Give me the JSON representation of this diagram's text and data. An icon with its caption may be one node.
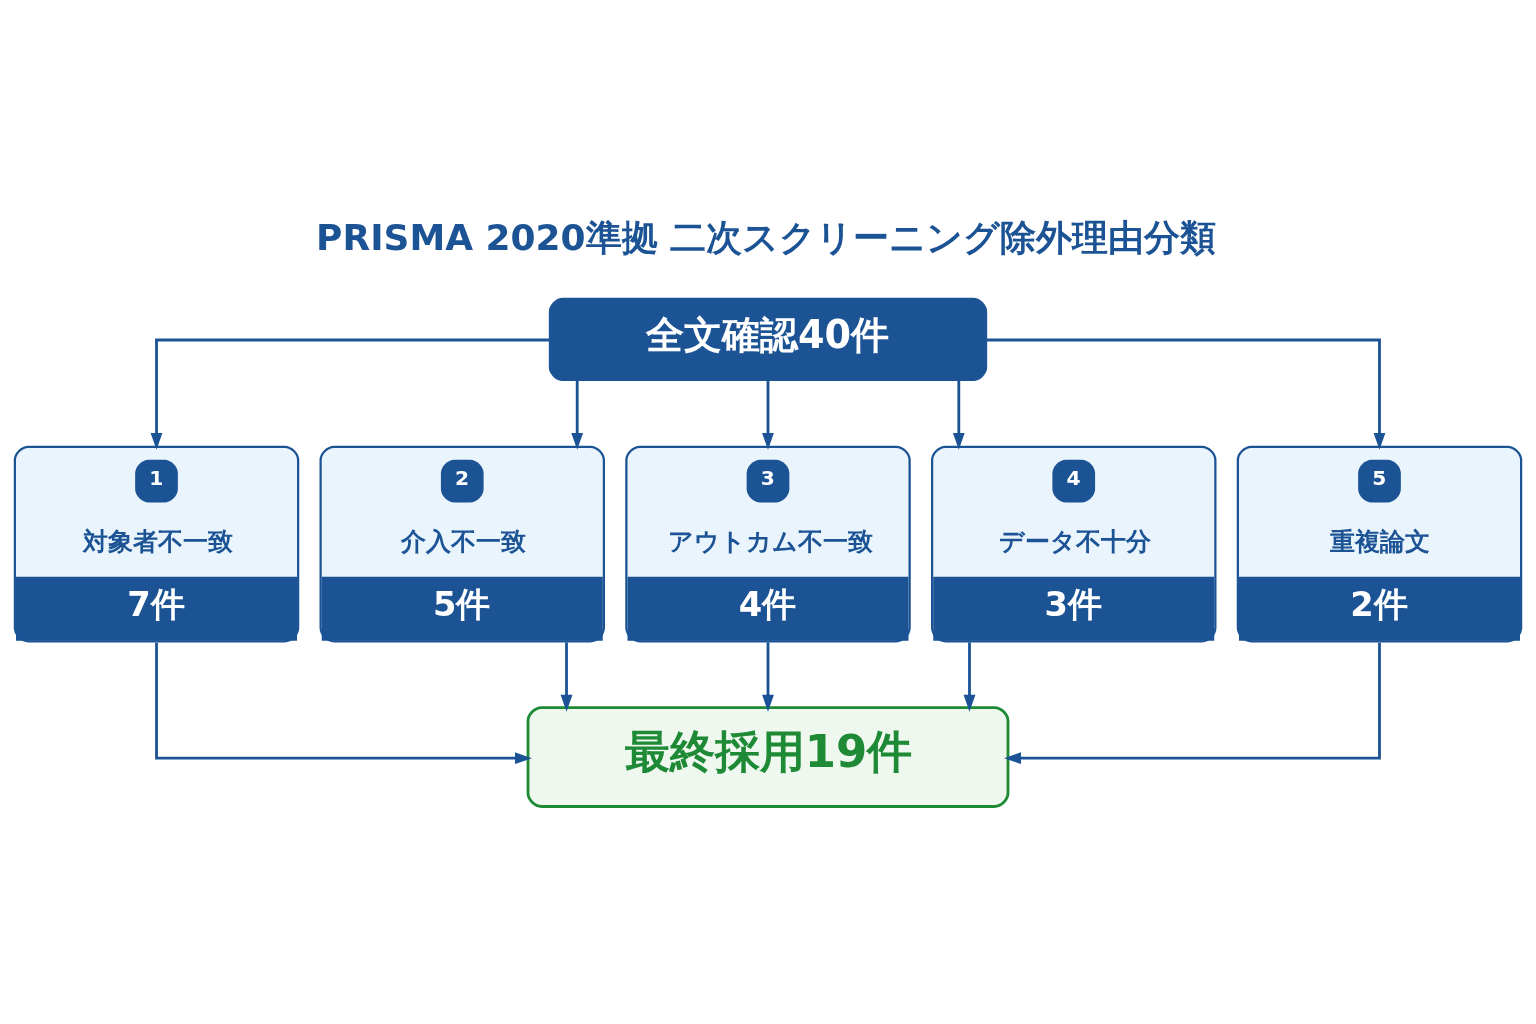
{
  "diagram": {
    "title": "PRISMA 2020準拠 二次スクリーニング除外理由分類",
    "nodes": [
      {
        "text": [
          "全文確認40件"
        ]
      },
      {
        "text": [
          "1",
          "対象者不一致",
          "7件"
        ]
      },
      {
        "text": [
          "2",
          "介入不一致",
          "5件"
        ]
      },
      {
        "text": [
          "3",
          "アウトカム不一致",
          "4件"
        ]
      },
      {
        "text": [
          "4",
          "データ不十分",
          "3件"
        ]
      },
      {
        "text": [
          "5",
          "重複論文",
          "2件"
        ]
      },
      {
        "text": [
          "最終採用19件"
        ]
      }
    ],
    "edges": [
      {
        "from": 0,
        "to": 1,
        "arrow": "to"
      },
      {
        "from": 0,
        "to": 2,
        "arrow": "to"
      },
      {
        "from": 0,
        "to": 3,
        "arrow": "to"
      },
      {
        "from": 0,
        "to": 4,
        "arrow": "to"
      },
      {
        "from": 0,
        "to": 5,
        "arrow": "to"
      },
      {
        "from": 1,
        "to": 6,
        "arrow": "to"
      },
      {
        "from": 2,
        "to": 6,
        "arrow": "to"
      },
      {
        "from": 3,
        "to": 6,
        "arrow": "to"
      },
      {
        "from": 4,
        "to": 6,
        "arrow": "to"
      },
      {
        "from": 5,
        "to": 6,
        "arrow": "to"
      }
    ]
  }
}
